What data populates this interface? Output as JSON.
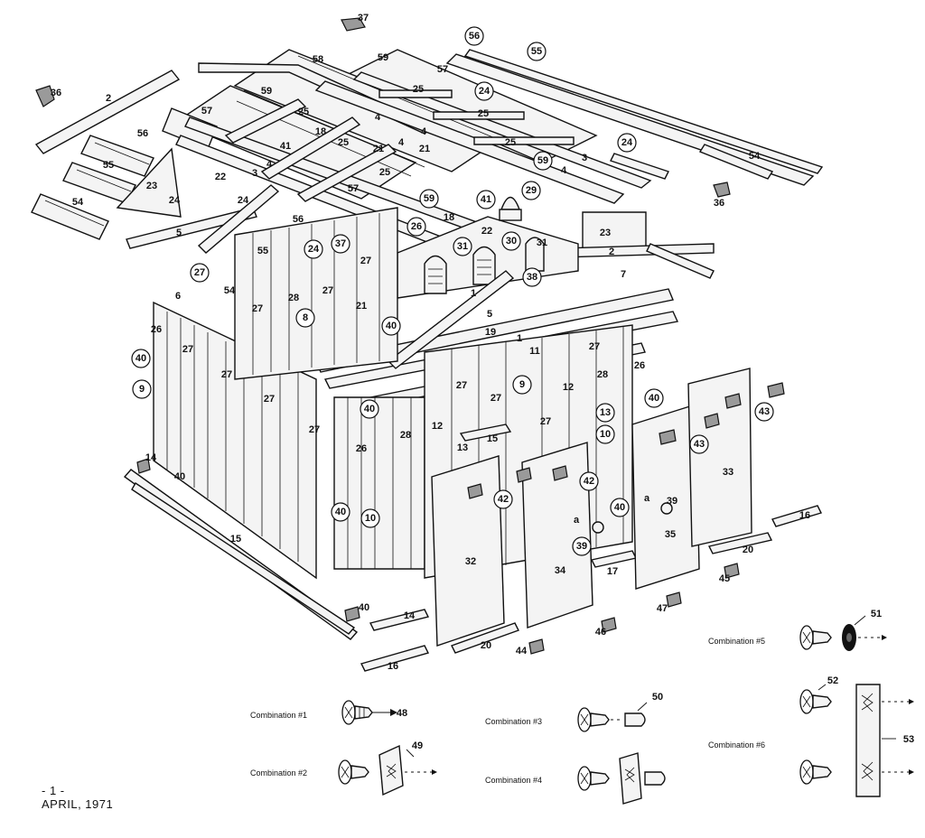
{
  "callouts": {
    "p1": "1",
    "p2": "2",
    "p3": "3",
    "p4": "4",
    "p5": "5",
    "p6": "6",
    "p7": "7",
    "p8": "8",
    "p9": "9",
    "p10": "10",
    "p11": "11",
    "p12": "12",
    "p13": "13",
    "p14": "14",
    "p15": "15",
    "p16": "16",
    "p17": "17",
    "p18": "18",
    "p19": "19",
    "p20": "20",
    "p21": "21",
    "p22": "22",
    "p23": "23",
    "p24": "24",
    "p25": "25",
    "p26": "26",
    "p27": "27",
    "p28": "28",
    "p29": "29",
    "p30": "30",
    "p31": "31",
    "p32": "32",
    "p33": "33",
    "p34": "34",
    "p35": "35",
    "p36": "36",
    "p37": "37",
    "p38": "38",
    "p39": "39",
    "p40": "40",
    "p41": "41",
    "p42": "42",
    "p43": "43",
    "p44": "44",
    "p45": "45",
    "p46": "46",
    "p47": "47",
    "p48": "48",
    "p49": "49",
    "p50": "50",
    "p51": "51",
    "p52": "52",
    "p53": "53",
    "p54": "54",
    "p55": "55",
    "p56": "56",
    "p57": "57",
    "p58": "58",
    "p59": "59",
    "a": "a"
  },
  "combinations": {
    "c1": "Combination #1",
    "c2": "Combination #2",
    "c3": "Combination #3",
    "c4": "Combination #4",
    "c5": "Combination #5",
    "c6": "Combination #6"
  },
  "footer": {
    "page": "- 1 -",
    "date": "APRIL, 1971"
  }
}
